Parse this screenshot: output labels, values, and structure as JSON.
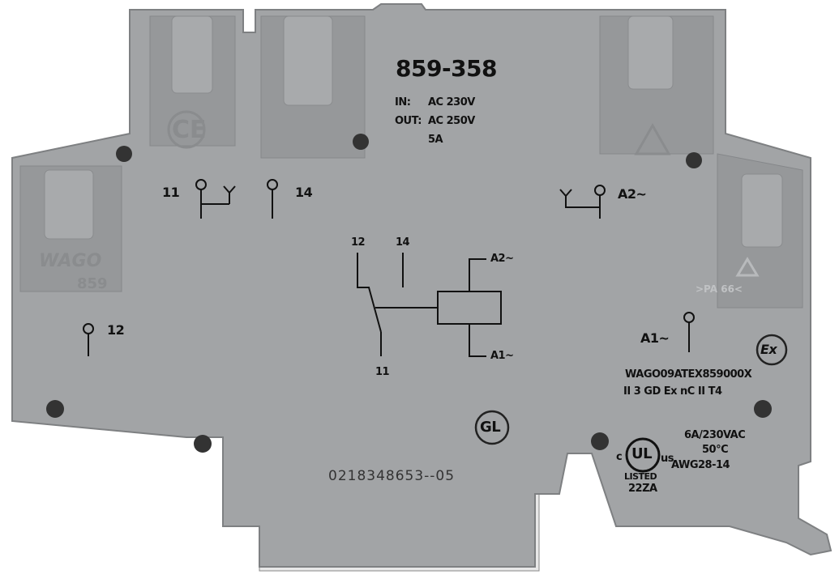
{
  "product": {
    "model": "859-358",
    "in_label": "IN:",
    "in_value": "AC 230V",
    "out_label": "OUT:",
    "out_value": "AC 250V",
    "current": "5A",
    "brand_logo": "WAGO",
    "series": "859",
    "ce_mark": "CE",
    "recycle_mark": ">PA 66<",
    "ex_mark": "Ex",
    "gl_mark": "GL",
    "serial": "0218348653--05"
  },
  "terminals": {
    "t11": "11",
    "t14": "14",
    "t12": "12",
    "a2": "A2~",
    "a1": "A1~"
  },
  "schematic": {
    "l12": "12",
    "l14": "14",
    "l11": "11",
    "a2": "A2~",
    "a1": "A1~"
  },
  "certification": {
    "atex": "WAGO09ATEX859000X",
    "ex_class": "II 3 GD Ex nC II T4",
    "rating": "6A/230VAC",
    "temp": "50°C",
    "awg": "AWG28-14",
    "ul_c": "c",
    "ul": "UL",
    "ul_us": "us",
    "listed": "LISTED",
    "ul_code": "22ZA"
  },
  "colors": {
    "body": "#a2a4a6",
    "recess": "#8f9193",
    "text": "#111111"
  }
}
